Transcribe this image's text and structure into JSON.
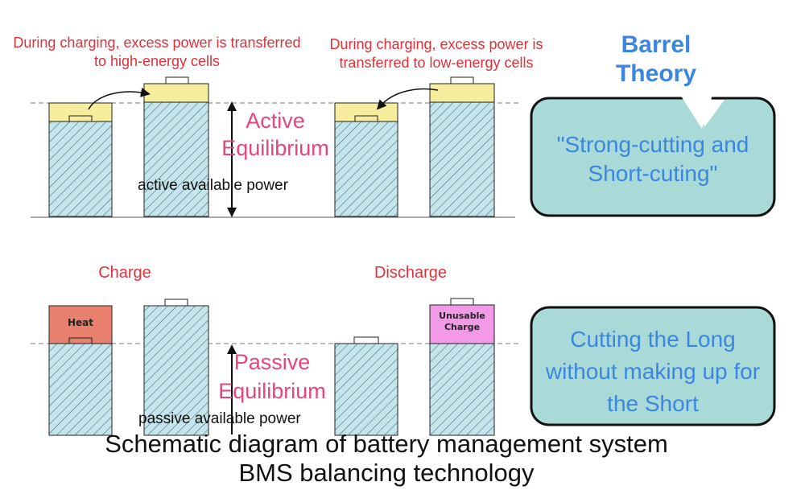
{
  "top": {
    "left_caption": "During charging, excess power is transferred to high-energy cells",
    "right_caption": "During charging, excess power is transferred to low-energy cells",
    "active_label": "Active Equilibrium",
    "active_power": "active available power"
  },
  "bottom": {
    "charge_label": "Charge",
    "discharge_label": "Discharge",
    "heat_label": "Heat",
    "unusable_label": "Unusable Charge",
    "passive_label": "Passive Equilibrium",
    "passive_power": "passive available power"
  },
  "bubble1": {
    "title": "Barrel Theory",
    "text": "\"Strong-cutting and Short-cuting\""
  },
  "bubble2": {
    "text": "Cutting the Long without making up for the Short"
  },
  "footer": {
    "title": "Schematic diagram of battery management system BMS balancing technology"
  },
  "colors": {
    "cell_fill": "#bfe3ec",
    "top_fill": "#f6ee9c",
    "heat_fill": "#e8806e",
    "unusable_fill": "#f29ae6",
    "bubble_fill": "#a9dad7"
  }
}
